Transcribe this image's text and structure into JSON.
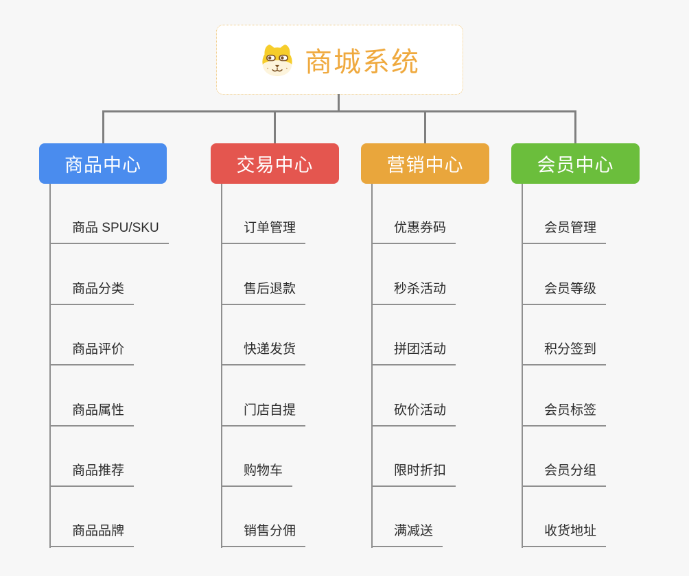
{
  "canvas": {
    "background": "#f7f7f7",
    "connector_color": "#7f7f7f",
    "underline_color": "#8f8f8f",
    "text_color": "#2b2b2b"
  },
  "root": {
    "title": "商城系统",
    "title_color": "#efa93e",
    "border_color": "#f0c87e",
    "icon": "shiba-dog-icon"
  },
  "branches": [
    {
      "title": "商品中心",
      "color": "#4a8cee",
      "items": [
        "商品 SPU/SKU",
        "商品分类",
        "商品评价",
        "商品属性",
        "商品推荐",
        "商品品牌"
      ]
    },
    {
      "title": "交易中心",
      "color": "#e4564f",
      "items": [
        "订单管理",
        "售后退款",
        "快递发货",
        "门店自提",
        "购物车",
        "销售分佣"
      ]
    },
    {
      "title": "营销中心",
      "color": "#e9a63c",
      "items": [
        "优惠券码",
        "秒杀活动",
        "拼团活动",
        "砍价活动",
        "限时折扣",
        "满减送"
      ]
    },
    {
      "title": "会员中心",
      "color": "#6bbe3c",
      "items": [
        "会员管理",
        "会员等级",
        "积分签到",
        "会员标签",
        "会员分组",
        "收货地址"
      ]
    }
  ]
}
